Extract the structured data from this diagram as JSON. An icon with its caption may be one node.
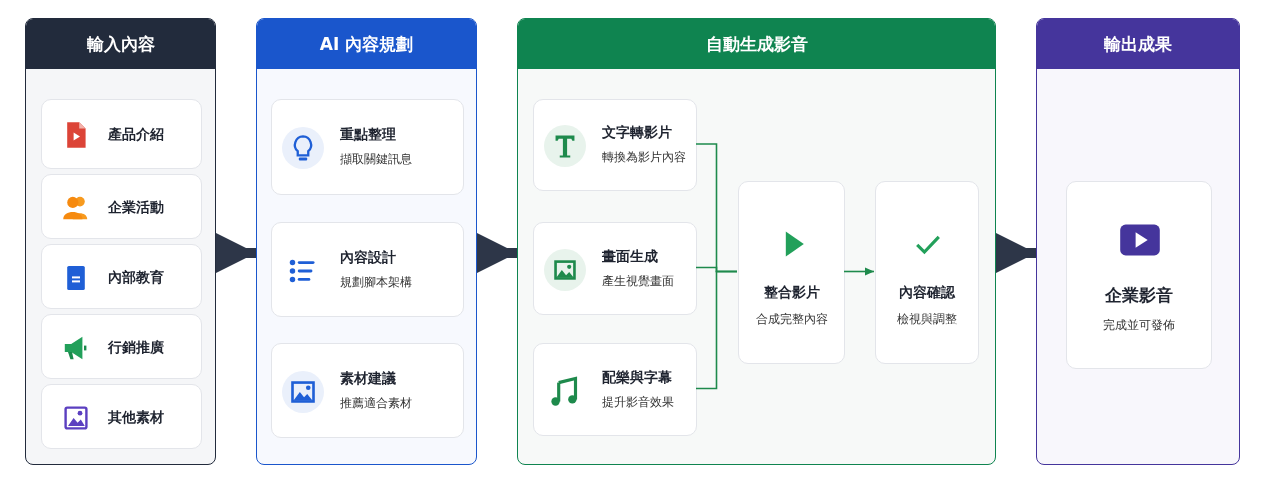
{
  "diagram": {
    "nodes": [
      {
        "text": [
          "輸入內容"
        ]
      },
      {
        "text": [
          "產品介紹"
        ],
        "in": 0
      },
      {
        "text": [
          "企業活動"
        ],
        "in": 0
      },
      {
        "text": [
          "內部教育"
        ],
        "in": 0
      },
      {
        "text": [
          "行銷推廣"
        ],
        "in": 0
      },
      {
        "text": [
          "其他素材"
        ],
        "in": 0
      },
      {
        "text": [
          "AI 內容規劃"
        ]
      },
      {
        "text": [
          "重點整理",
          "擷取關鍵訊息"
        ],
        "in": 6
      },
      {
        "text": [
          "內容設計",
          "規劃腳本架構"
        ],
        "in": 6
      },
      {
        "text": [
          "素材建議",
          "推薦適合素材"
        ],
        "in": 6
      },
      {
        "text": [
          "自動生成影音"
        ]
      },
      {
        "text": [
          "文字轉影片",
          "轉換為影片內容"
        ],
        "in": 10
      },
      {
        "text": [
          "畫面生成",
          "產生視覺畫面"
        ],
        "in": 10
      },
      {
        "text": [
          "配樂與字幕",
          "提升影音效果"
        ],
        "in": 10
      },
      {
        "text": [
          "整合影片",
          "合成完整內容"
        ],
        "in": 10
      },
      {
        "text": [
          "內容確認",
          "檢視與調整"
        ],
        "in": 10
      },
      {
        "text": [
          "輸出成果"
        ]
      },
      {
        "text": [
          "企業影音",
          "完成並可發佈"
        ],
        "in": 16
      }
    ],
    "edges": [
      {
        "from": 0,
        "to": 6,
        "arrow": "to",
        "style": "thick"
      },
      {
        "from": 6,
        "to": 10,
        "arrow": "to",
        "style": "thick"
      },
      {
        "from": 10,
        "to": 16,
        "arrow": "to",
        "style": "thick"
      },
      {
        "from": 11,
        "to": 14,
        "arrow": "none",
        "color": "#1e8a4c"
      },
      {
        "from": 12,
        "to": 14,
        "arrow": "none",
        "color": "#1e8a4c"
      },
      {
        "from": 13,
        "to": 14,
        "arrow": "none",
        "color": "#1e8a4c"
      },
      {
        "from": 14,
        "to": 15,
        "arrow": "to",
        "color": "#1e8a4c"
      }
    ]
  }
}
